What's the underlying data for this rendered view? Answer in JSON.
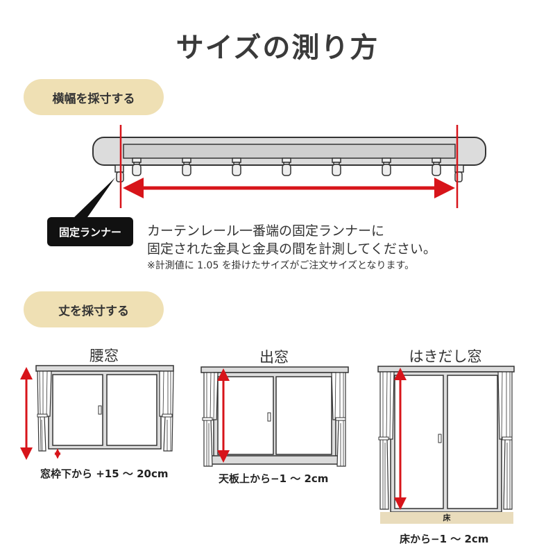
{
  "title": "サイズの測り方",
  "width_section": {
    "heading": "横幅を採寸する",
    "runner_label": "固定ランナー",
    "description_line1": "カーテンレール一番端の固定ランナーに",
    "description_line2": "固定された金具と金具の間を計測してください。",
    "note": "※計測値に 1.05 を掛けたサイズがご注文サイズとなります。"
  },
  "length_section": {
    "heading": "丈を採寸する",
    "windows": [
      {
        "title": "腰窓",
        "caption": "窓枠下から +15 ～ 20cm"
      },
      {
        "title": "出窓",
        "caption": "天板上から−1 ～ 2cm"
      },
      {
        "title": "はきだし窓",
        "caption": "床から−1 ～ 2cm",
        "floor_label": "床"
      }
    ]
  },
  "colors": {
    "measure_red": "#d7141a",
    "pill_bg": "#efe0b4",
    "floor_bg": "#e9dcbc",
    "rail_fill": "#dcdcdc"
  }
}
